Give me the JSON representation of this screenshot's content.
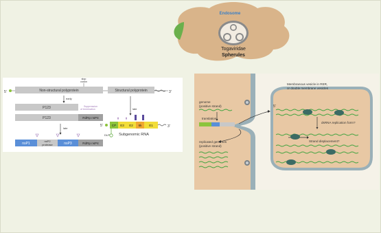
{
  "endosome_panel": {
    "title": "Endosome",
    "caption_line1": "Togaviridae",
    "caption_line2": "Spherules",
    "colors": {
      "cloud": "#d9b48a",
      "title": "#3b7fc4",
      "green_patch": "#6ab04c"
    }
  },
  "genome_map": {
    "stop_codon_label": "stop\ncodon",
    "stop_codon_line1": "stop",
    "stop_codon_line2": "codon",
    "five_prime": "5'",
    "three_prime": "3'",
    "nonstructural_label": "Non-structural polyprotein",
    "structural_label": "Structural polyprotein",
    "early_label": "early",
    "late_label": "late",
    "late_label_2": "late",
    "p123_label": "P123",
    "p123_label_2": "P123",
    "rdrp_label": "RdRp nsP4",
    "rdrp_label_2": "RdRp nsP4",
    "suppression_line1": "Suppression",
    "suppression_line2": "of termination",
    "nsp1": "nsP1",
    "nsp2_line1": "nsP2",
    "nsp2_line2": "protease",
    "nsp3": "nsP3",
    "subgenomic_segments": [
      "CP",
      "E3",
      "E2",
      "6k",
      "E1"
    ],
    "subgenomic_label": "Subgenomic RNA",
    "dlp_label": "DLP",
    "colors": {
      "gray": "#c8c8c8",
      "dark_gray": "#a0a0a0",
      "blue": "#5a8fd8",
      "green": "#8cc43c",
      "yellow": "#f2dd3a",
      "orange": "#f0a830",
      "purple": "#5a4a9c"
    }
  },
  "replication_panel": {
    "vesicle_line1": "Membranous vesicle in RER,",
    "vesicle_line2": "or double membrane vesicles",
    "genome_line1": "genome",
    "genome_line2": "(positive strand)",
    "translation_label": "translation",
    "dsrna_label": "dsRNA replication form?",
    "strand_label": "Strand displacement?",
    "replicated_line1": "replicated genomes",
    "replicated_line2": "(positive strand)",
    "prime_label": "5'",
    "colors": {
      "cytoplasm": "#e8c8a4",
      "membrane": "#9ab0b8",
      "vesicle_fill": "#f5f2e8",
      "rna_green": "#3fa33f"
    }
  }
}
